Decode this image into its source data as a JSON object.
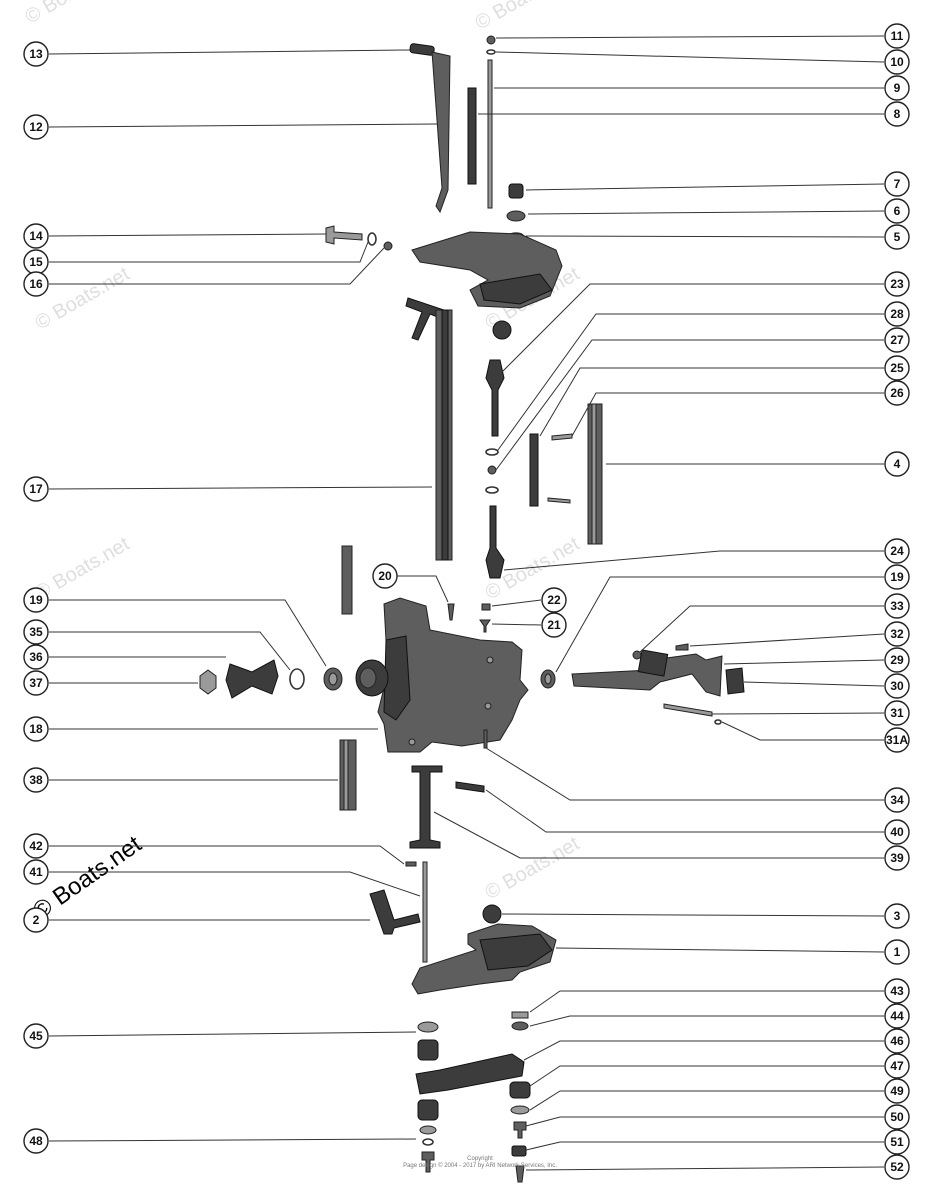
{
  "watermark": {
    "text": "© Boats.net"
  },
  "copyright": {
    "line1": "Copyright",
    "line2": "Page design © 2004 - 2017 by ARI Network Services, Inc."
  },
  "callouts": [
    {
      "label": "13",
      "side": "left"
    },
    {
      "label": "12",
      "side": "left"
    },
    {
      "label": "14",
      "side": "left"
    },
    {
      "label": "15",
      "side": "left"
    },
    {
      "label": "16",
      "side": "left"
    },
    {
      "label": "17",
      "side": "left"
    },
    {
      "label": "19",
      "side": "left"
    },
    {
      "label": "35",
      "side": "left"
    },
    {
      "label": "36",
      "side": "left"
    },
    {
      "label": "37",
      "side": "left"
    },
    {
      "label": "18",
      "side": "left"
    },
    {
      "label": "38",
      "side": "left"
    },
    {
      "label": "42",
      "side": "left"
    },
    {
      "label": "41",
      "side": "left"
    },
    {
      "label": "2",
      "side": "left"
    },
    {
      "label": "45",
      "side": "left"
    },
    {
      "label": "48",
      "side": "left"
    },
    {
      "label": "20",
      "side": "center"
    },
    {
      "label": "22",
      "side": "center"
    },
    {
      "label": "21",
      "side": "center"
    },
    {
      "label": "11",
      "side": "right"
    },
    {
      "label": "10",
      "side": "right"
    },
    {
      "label": "9",
      "side": "right"
    },
    {
      "label": "8",
      "side": "right"
    },
    {
      "label": "7",
      "side": "right"
    },
    {
      "label": "6",
      "side": "right"
    },
    {
      "label": "5",
      "side": "right"
    },
    {
      "label": "23",
      "side": "right"
    },
    {
      "label": "28",
      "side": "right"
    },
    {
      "label": "27",
      "side": "right"
    },
    {
      "label": "25",
      "side": "right"
    },
    {
      "label": "26",
      "side": "right"
    },
    {
      "label": "4",
      "side": "right"
    },
    {
      "label": "24",
      "side": "right"
    },
    {
      "label": "19",
      "side": "right"
    },
    {
      "label": "33",
      "side": "right"
    },
    {
      "label": "32",
      "side": "right"
    },
    {
      "label": "29",
      "side": "right"
    },
    {
      "label": "30",
      "side": "right"
    },
    {
      "label": "31",
      "side": "right"
    },
    {
      "label": "31A",
      "side": "right"
    },
    {
      "label": "34",
      "side": "right"
    },
    {
      "label": "40",
      "side": "right"
    },
    {
      "label": "39",
      "side": "right"
    },
    {
      "label": "3",
      "side": "right"
    },
    {
      "label": "1",
      "side": "right"
    },
    {
      "label": "43",
      "side": "right"
    },
    {
      "label": "44",
      "side": "right"
    },
    {
      "label": "46",
      "side": "right"
    },
    {
      "label": "47",
      "side": "right"
    },
    {
      "label": "49",
      "side": "right"
    },
    {
      "label": "50",
      "side": "right"
    },
    {
      "label": "51",
      "side": "right"
    },
    {
      "label": "52",
      "side": "right"
    }
  ]
}
